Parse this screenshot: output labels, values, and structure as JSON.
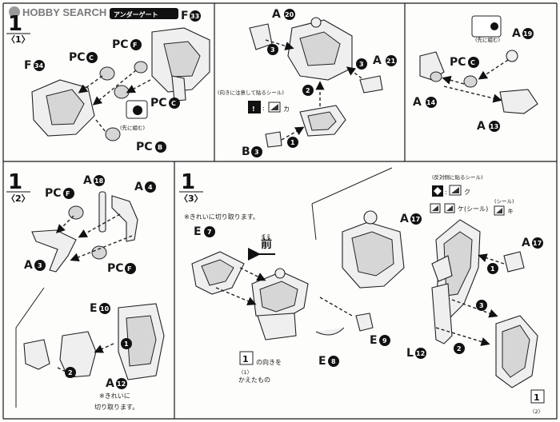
{
  "watermark": "HOBBY SEARCH",
  "panel1_1": {
    "step": "1",
    "sub": "〈1〉",
    "under_gate_label": "アンダーゲート",
    "parts": {
      "f33": "F",
      "f33_n": "33",
      "f34": "F",
      "f34_n": "34",
      "pc_c1": "PC",
      "pc_c1_n": "C",
      "pc_f1": "PC",
      "pc_f1_n": "F",
      "pc_c2": "PC",
      "pc_c2_n": "C",
      "pc_b": "PC",
      "pc_b_n": "B"
    },
    "note_first": "(先に組む)"
  },
  "panel1_mid": {
    "parts": {
      "a20": "A",
      "a20_n": "20",
      "a21": "A",
      "a21_n": "21",
      "b3": "B",
      "b3_n": "3"
    },
    "sticker_note": "(向きに注意して貼るシール)",
    "sticker_kana": "カ",
    "arrows": [
      "3",
      "3",
      "2",
      "1"
    ]
  },
  "panel1_right": {
    "note_first": "(先に組む)",
    "parts": {
      "a19": "A",
      "a19_n": "19",
      "pc_c": "PC",
      "pc_c_n": "C",
      "a14": "A",
      "a14_n": "14",
      "a13": "A",
      "a13_n": "13"
    }
  },
  "panel2": {
    "step": "1",
    "sub": "〈2〉",
    "parts": {
      "pc_f1": "PC",
      "pc_f1_n": "F",
      "a18": "A",
      "a18_n": "18",
      "a4": "A",
      "a4_n": "4",
      "a3": "A",
      "a3_n": "3",
      "pc_f2": "PC",
      "pc_f2_n": "F",
      "e10": "E",
      "e10_n": "10",
      "a12": "A",
      "a12_n": "12"
    },
    "note_cut_1": "※きれいに",
    "note_cut_2": "切り取ります。",
    "arrows": [
      "1",
      "2"
    ]
  },
  "panel3": {
    "step": "1",
    "sub": "〈3〉",
    "note_cut": "※きれいに切り取ります。",
    "front_label": "前",
    "parts": {
      "e7": "E",
      "e7_n": "7",
      "e8": "E",
      "e8_n": "8",
      "e9": "E",
      "e9_n": "9",
      "a17a": "A",
      "a17a_n": "17",
      "a17b": "A",
      "a17b_n": "17",
      "l12": "L",
      "l12_n": "12"
    },
    "ref_box_top": "1",
    "ref_box_bottom": "〈1〉",
    "ref_caption_1": "の向きを",
    "ref_caption_2": "かえたもの",
    "sticker_opposite": "(反対側に貼るシール)",
    "kana_ku": "ク",
    "kana_ke": "ケ(シール)",
    "kana_ki_note": "(シール)",
    "kana_ki": "キ",
    "corner_ref_top": "1",
    "corner_ref_bottom": "〈2〉",
    "arrows": [
      "1",
      "3",
      "2"
    ]
  }
}
